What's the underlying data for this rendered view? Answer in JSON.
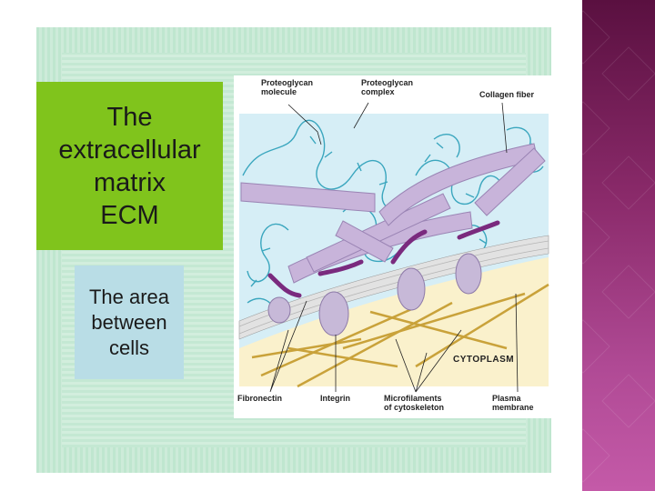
{
  "slide": {
    "title_lines": [
      "The",
      "extracellular",
      "matrix",
      "ECM"
    ],
    "subtitle_lines": [
      "The area",
      "between",
      "cells"
    ]
  },
  "figure": {
    "labels": {
      "proteoglycan_molecule": [
        "Proteoglycan",
        "molecule"
      ],
      "proteoglycan_complex": [
        "Proteoglycan",
        "complex"
      ],
      "collagen_fiber": "Collagen fiber",
      "cytoplasm": "CYTOPLASM",
      "fibronectin": "Fibronectin",
      "integrin": "Integrin",
      "microfilaments": [
        "Microfilaments",
        "of cytoskeleton"
      ],
      "plasma_membrane": [
        "Plasma",
        "membrane"
      ]
    },
    "colors": {
      "matrix_bg": "#d6eef6",
      "cytoplasm": "#faf1cc",
      "collagen": "#c8b4da",
      "proteoglycan": "#3aa6be",
      "fibronectin": "#7a2a7e",
      "integrin": "#c7b9d8",
      "microfilament": "#c9a23a",
      "membrane": "#e8e8e8"
    }
  },
  "colors": {
    "title_bg": "#80c41c",
    "subtitle_bg": "#b9dde6",
    "frame": "#c4e8d3",
    "side_panel": "#8a2a6a"
  }
}
